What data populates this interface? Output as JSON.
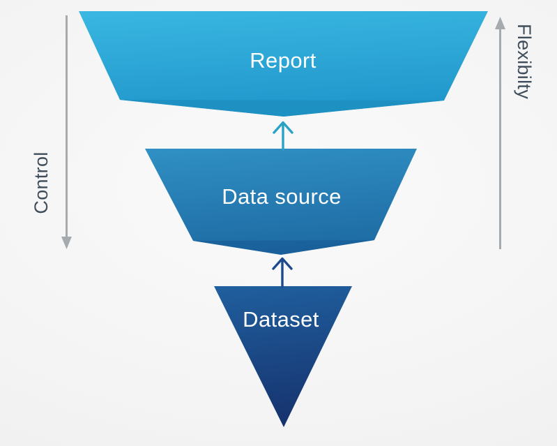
{
  "diagram": {
    "name": "inverted-funnel-control-vs-flexibility",
    "background_color": "#f4f4f4",
    "text_color": "#ffffff",
    "layers": [
      {
        "label": "Report",
        "color_top": "#3ab7e2",
        "color_bottom": "#2097cb",
        "shadow_color": "#1d8fc0"
      },
      {
        "label": "Data source",
        "color_top": "#3090c4",
        "color_bottom": "#1e6ca4",
        "shadow_color": "#1a619b"
      },
      {
        "label": "Dataset",
        "color_top": "#205f9e",
        "color_bottom": "#16336e"
      }
    ],
    "connectors": [
      {
        "name": "dataset-to-datasource-up-arrow",
        "color": "#1c4a8d"
      },
      {
        "name": "datasource-to-report-up-arrow",
        "color": "#2aa2c6"
      }
    ],
    "axes": {
      "left": {
        "label": "Control",
        "direction": "down"
      },
      "right": {
        "label": "Flexibilty",
        "direction": "up"
      },
      "arrow_color": "#a5aaae",
      "label_color": "#3e4d59"
    }
  }
}
